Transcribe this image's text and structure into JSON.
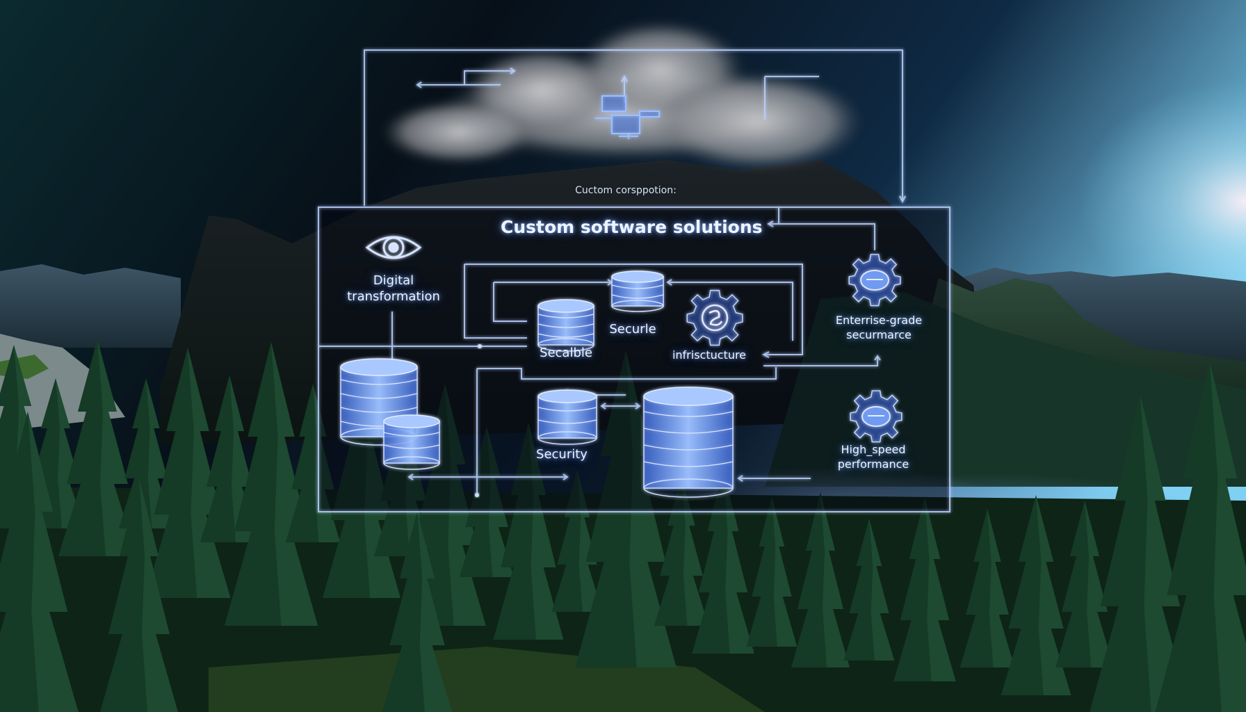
{
  "diagram": {
    "caption": "Cuctom corsppotion:",
    "title": "Custom software solutions",
    "labels": {
      "digital": "Digital",
      "transformation": "transformation",
      "secure": "Securle",
      "scalable": "Secalble",
      "infrastructure": "infrisctucture",
      "enterprise_1": "Enterrise-grade",
      "enterprise_2": "securmarce",
      "security": "Security",
      "high_speed_1": "High_speed",
      "high_speed_2": "performance"
    }
  },
  "colors": {
    "glow": "#8fb4ff",
    "line": "#b9d0ff",
    "sky_top": "#0a1420",
    "sky_right": "#5aa6d6",
    "forest": "#1f4a32"
  }
}
